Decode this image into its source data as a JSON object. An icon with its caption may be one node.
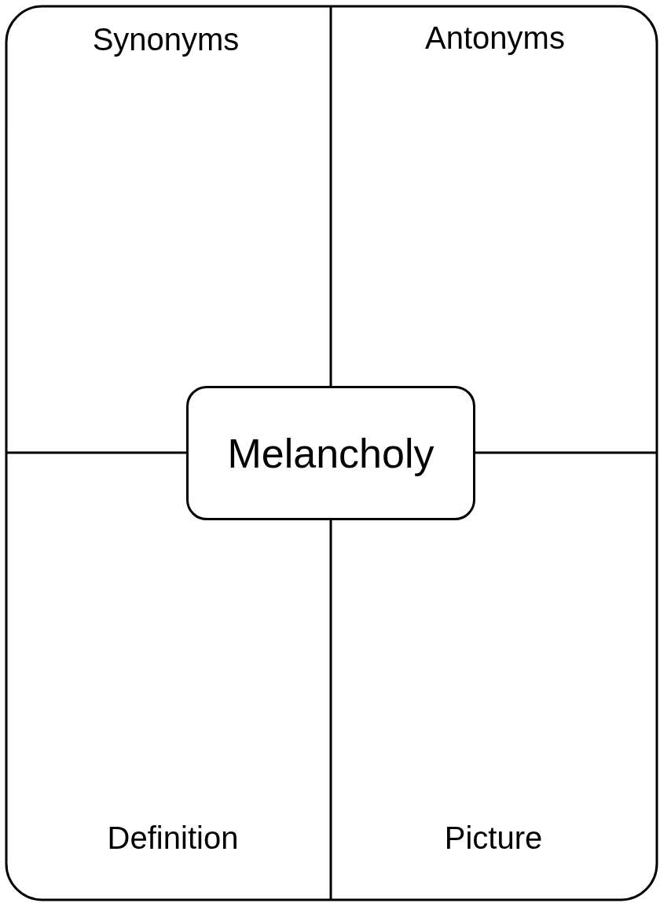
{
  "diagram": {
    "nodes": [
      {
        "text": [
          "Melancholy"
        ]
      }
    ],
    "labels": [
      "Synonyms",
      "Antonyms",
      "Definition",
      "Picture"
    ]
  }
}
